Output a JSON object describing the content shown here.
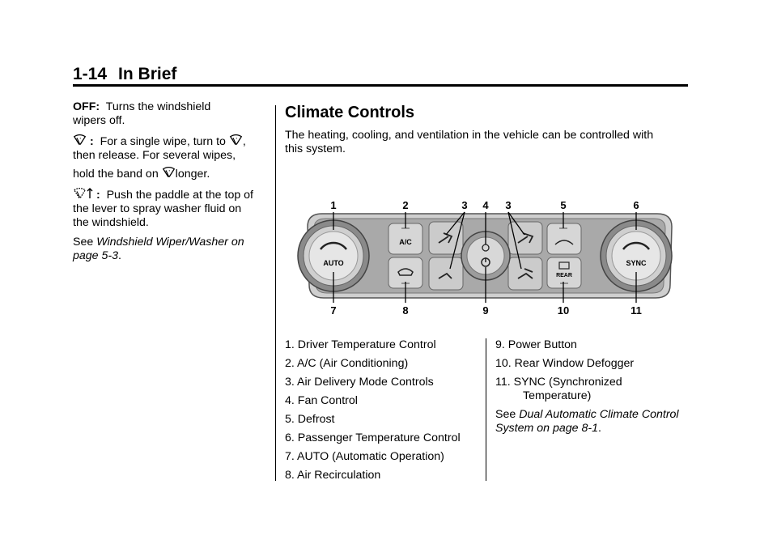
{
  "header": {
    "page_number": "1-14",
    "section": "In Brief"
  },
  "left": {
    "off_label": "OFF:",
    "off_text": "Turns the windshield",
    "off_text2": "wipers off.",
    "single_wipe_sep": ":",
    "single_wipe_text": "For a single wipe, turn to",
    "single_wipe_end": ",",
    "several_wipes_text": "then release. For several wipes,",
    "hold_text": "hold the band on",
    "hold_end": "longer.",
    "washer_sep": ":",
    "washer_text1": "Push the paddle at the top of",
    "washer_text2": "the lever to spray washer fluid on",
    "washer_text3": "the windshield.",
    "see_prefix": "See",
    "see_ref1": "Windshield Wiper/Washer on",
    "see_ref2": "page 5-3",
    "see_end": "."
  },
  "right": {
    "title": "Climate Controls",
    "intro1": "The heating, cooling, and ventilation in the vehicle can be controlled with",
    "intro2": "this system.",
    "items": [
      "1.  Driver Temperature Control",
      "2.  A/C (Air Conditioning)",
      "3.  Air Delivery Mode Controls",
      "4.  Fan Control",
      "5.  Defrost",
      "6.  Passenger Temperature Control",
      "7.  AUTO (Automatic Operation)",
      "8.  Air Recirculation",
      "9.  Power Button",
      "10.  Rear Window Defogger",
      "11.  SYNC (Synchronized",
      "Temperature)"
    ],
    "see_prefix": "See",
    "see_ref1": "Dual Automatic Climate Control",
    "see_ref2": "System on page 8-1",
    "see_end": "."
  },
  "diagram": {
    "callouts_top": [
      "1",
      "2",
      "3",
      "4",
      "3",
      "5",
      "6"
    ],
    "callouts_bottom": [
      "7",
      "8",
      "9",
      "10",
      "11"
    ],
    "button_labels": {
      "ac": "A/C",
      "auto": "AUTO",
      "sync": "SYNC",
      "rear": "REAR"
    }
  }
}
